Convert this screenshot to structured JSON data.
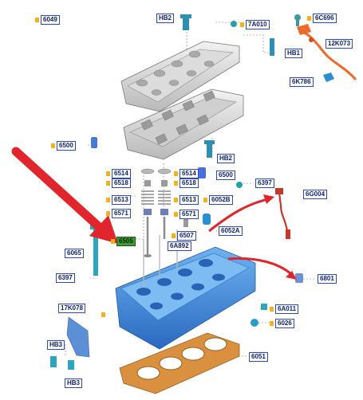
{
  "labels": {
    "p6049": "6049",
    "hb2_top": "HB2",
    "p7a010": "7A010",
    "p6c696": "6C696",
    "p12k073": "12K073",
    "hb1": "HB1",
    "p6k786": "6K786",
    "p6500_left": "6500",
    "hb2_mid": "HB2",
    "p6514_l": "6514",
    "p6514_r": "6514",
    "p6500_r": "6500",
    "p6518_l": "6518",
    "p6518_r": "6518",
    "p6397_r": "6397",
    "p6513_l": "6513",
    "p6513_r": "6513",
    "p6052b": "6052B",
    "p6g004": "6G004",
    "p6571_l": "6571",
    "p6571_r": "6571",
    "p6507": "6507",
    "p6052a": "6052A",
    "p6505": "6505",
    "p6a892": "6A892",
    "p6065": "6065",
    "p6397_l": "6397",
    "p6801": "6801",
    "p17k078": "17K078",
    "p6a011": "6A011",
    "p6026": "6026",
    "hb3_a": "HB3",
    "p6051": "6051",
    "hb3_b": "HB3"
  },
  "colors": {
    "cylinder_head": "#3d86d6",
    "gasket": "#d9913f",
    "sensor": "#ec6a2a",
    "arrow": "#e0262c",
    "label_border": "#2848c8",
    "label_text": "#10226a",
    "label_marker": "#f3b21a",
    "highlight": "#3e9d2e"
  }
}
